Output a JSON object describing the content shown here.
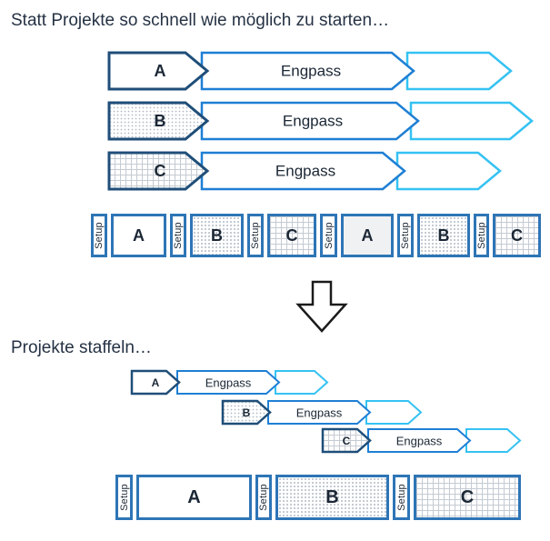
{
  "titles": {
    "top": "Statt Projekte so schnell wie möglich zu starten…",
    "bottom": "Projekte staffeln…"
  },
  "colors": {
    "navy": "#1F4E79",
    "blue": "#1E7FD4",
    "cyan": "#35C2F2",
    "bar_border": "#2E75B6",
    "text_dark": "#1B2735"
  },
  "icons": {
    "transform": "down-arrow-icon"
  },
  "top_rows": [
    {
      "project": "A",
      "bottleneck": "Engpass"
    },
    {
      "project": "B",
      "bottleneck": "Engpass"
    },
    {
      "project": "C",
      "bottleneck": "Engpass"
    }
  ],
  "top_bar": {
    "segments": [
      {
        "label": "Setup"
      },
      {
        "label": "A"
      },
      {
        "label": "Setup"
      },
      {
        "label": "B"
      },
      {
        "label": "Setup"
      },
      {
        "label": "C"
      },
      {
        "label": "Setup"
      },
      {
        "label": "A"
      },
      {
        "label": "Setup"
      },
      {
        "label": "B"
      },
      {
        "label": "Setup"
      },
      {
        "label": "C"
      }
    ]
  },
  "staggered_rows": [
    {
      "project": "A",
      "bottleneck": "Engpass"
    },
    {
      "project": "B",
      "bottleneck": "Engpass"
    },
    {
      "project": "C",
      "bottleneck": "Engpass"
    }
  ],
  "bottom_bar": {
    "segments": [
      {
        "label": "Setup"
      },
      {
        "label": "A"
      },
      {
        "label": "Setup"
      },
      {
        "label": "B"
      },
      {
        "label": "Setup"
      },
      {
        "label": "C"
      }
    ]
  }
}
